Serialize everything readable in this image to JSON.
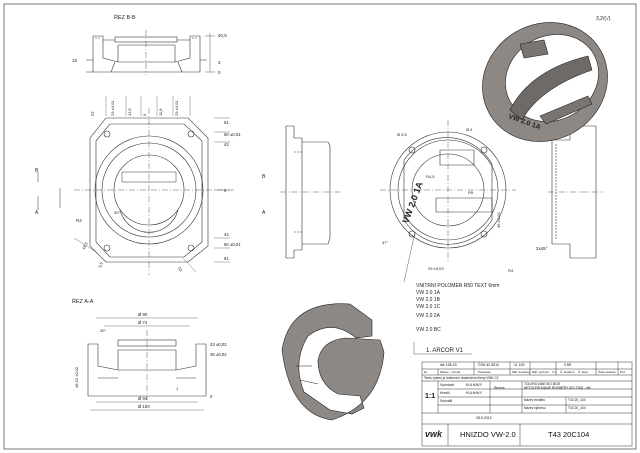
{
  "sheet": {
    "section_bb": "ŘEZ B-B",
    "section_aa": "ŘEZ A-A",
    "roughness": "3,2/(√)",
    "view_marker_a": "A",
    "view_marker_b": "B"
  },
  "dimensions": {
    "top_section": [
      "40,5",
      "15",
      "3",
      "0"
    ],
    "front_vertical": [
      "23 ±0,01",
      "13,5",
      "0",
      "11,8",
      "23 ±0,01",
      "53"
    ],
    "front_right": [
      "61",
      "50 ±0,01",
      "42",
      "0",
      "42",
      "50 ±0,01",
      "61"
    ],
    "front_misc": [
      "R4",
      "18,5",
      "30°",
      "5,5",
      "53",
      "R5"
    ],
    "section_a": [
      "Ø 90",
      "Ø 74",
      "Ø 94",
      "Ø 100",
      "43 ±0,02",
      "35 ±0,02",
      "0",
      "18,52 ±0,02",
      "30°",
      "1"
    ],
    "iso_callouts": [
      "Ø 5,5",
      "Ø 4",
      "R4,5",
      "49 ±0,03",
      "R5",
      "37°",
      "29 ±0,03",
      "R4"
    ],
    "side_right": [
      "2x45°"
    ]
  },
  "notes": {
    "text_spec": "VNITRNI POLOMER R50  TEXT 6mm",
    "variants": [
      "VW 2.0 1A",
      "VW 2.0 1B",
      "VW 2.0 1C",
      "VW 2.0 2A",
      "VW 2.0 BC"
    ],
    "arcor": "1. ARCOR V1"
  },
  "title_block": {
    "header_row": [
      "dle 128-43",
      "ČSN 42 6510",
      "11 109",
      "",
      "0 88"
    ],
    "header_labels": [
      "ks",
      "Název - rozměr",
      "Polotovar",
      "Mat. konečný",
      "Mat. výchozí",
      "T.ú.",
      "Č. kreslení",
      "Č. kusu",
      "Číslo sestavy",
      "Poz."
    ],
    "copyright": "Tento výkres je duševním vlastnictvím firmy VWK.CZ",
    "people": [
      {
        "role": "Vyhotovil",
        "name": "KULHAVY"
      },
      {
        "role": "Kreslil",
        "name": "KULHAVY"
      },
      {
        "role": "Schválil",
        "name": ""
      }
    ],
    "revision_label": "Revize",
    "tolerances": [
      "TOLEROVÁNÍ ISO 8015",
      "NETOLEROVANÉ ROZMĚRY ISO 2768 - mK"
    ],
    "model_rows": [
      {
        "label": "Název modelu",
        "value": "T43 20_104"
      },
      {
        "label": "Název výkresu",
        "value": "T43 20_104"
      }
    ],
    "scale": "1:1",
    "date": "28.5.2012",
    "logo": "vwk",
    "part_name": "HNIZDO VW-2.0",
    "drawing_number": "T43 20C104"
  },
  "engraving": "VW 2.0 1A"
}
